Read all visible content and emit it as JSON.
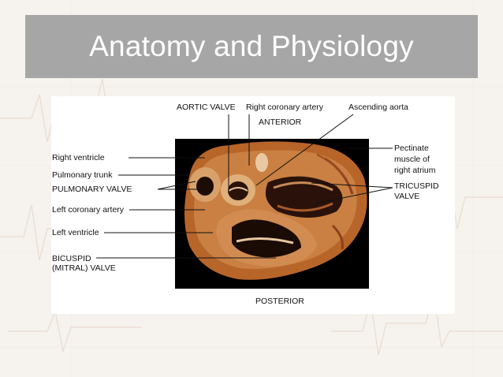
{
  "slide": {
    "title": "Anatomy and Physiology"
  },
  "figure": {
    "labels": {
      "aortic_valve": "AORTIC VALVE",
      "right_coronary_artery": "Right coronary artery",
      "ascending_aorta": "Ascending aorta",
      "anterior": "ANTERIOR",
      "right_ventricle": "Right ventricle",
      "pulmonary_trunk": "Pulmonary trunk",
      "pulmonary_valve": "PULMONARY VALVE",
      "left_coronary_artery": "Left coronary artery",
      "left_ventricle": "Left ventricle",
      "bicuspid_line1": "BICUSPID",
      "bicuspid_line2": "(MITRAL) VALVE",
      "pectinate_line1": "Pectinate",
      "pectinate_line2": "muscle of",
      "pectinate_line3": "right atrium",
      "tricuspid_line1": "TRICUSPID",
      "tricuspid_line2": "VALVE",
      "posterior": "POSTERIOR"
    }
  }
}
